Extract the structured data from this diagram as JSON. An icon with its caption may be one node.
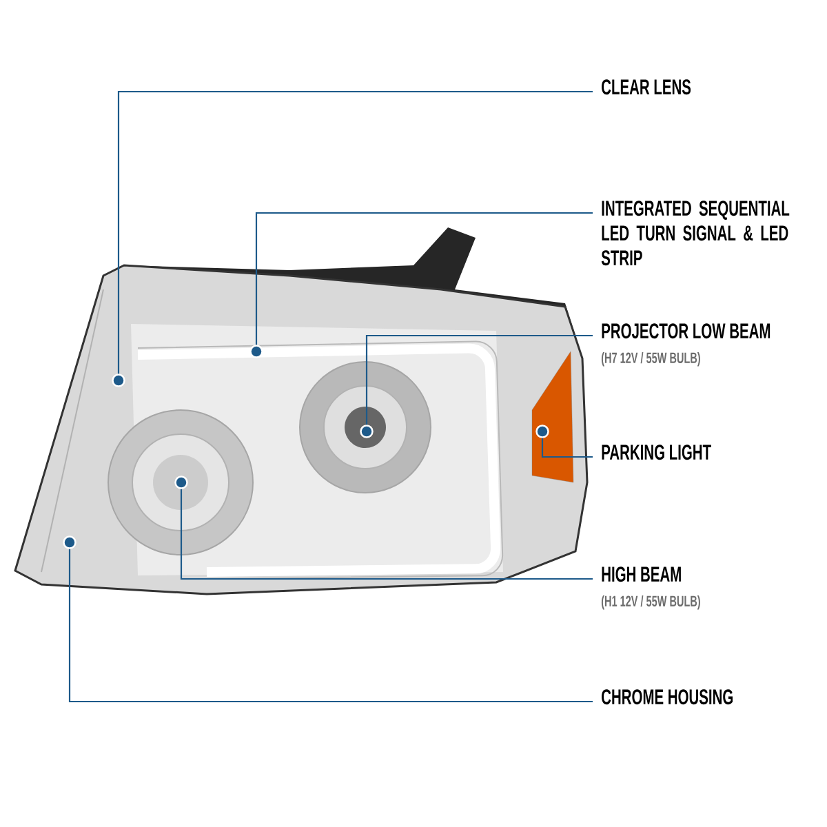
{
  "diagram": {
    "nodes": [
      {
        "text": [
          "CLEAR LENS"
        ]
      },
      {
        "text": [
          "INTEGRATED SEQUENTIAL LED TURN SIGNAL & LED STRIP"
        ]
      },
      {
        "text": [
          "PROJECTOR LOW BEAM",
          "(H7 12V / 55W BULB)"
        ]
      },
      {
        "text": [
          "PARKING LIGHT"
        ]
      },
      {
        "text": [
          "HIGH BEAM",
          "(H1 12V / 55W BULB)"
        ]
      },
      {
        "text": [
          "CHROME HOUSING"
        ]
      },
      {
        "text": [],
        "shape": "circle"
      },
      {
        "text": [],
        "shape": "circle"
      },
      {
        "text": [],
        "shape": "circle"
      },
      {
        "text": [],
        "shape": "circle"
      },
      {
        "text": [],
        "shape": "circle"
      },
      {
        "text": [],
        "shape": "circle"
      }
    ],
    "edges": [
      {
        "from": 0,
        "to": 6,
        "arrow": "none"
      },
      {
        "from": 1,
        "to": 7,
        "arrow": "none"
      },
      {
        "from": 2,
        "to": 8,
        "arrow": "none"
      },
      {
        "from": 3,
        "to": 9,
        "arrow": "none"
      },
      {
        "from": 4,
        "to": 10,
        "arrow": "none"
      },
      {
        "from": 5,
        "to": 11,
        "arrow": "none"
      }
    ]
  }
}
